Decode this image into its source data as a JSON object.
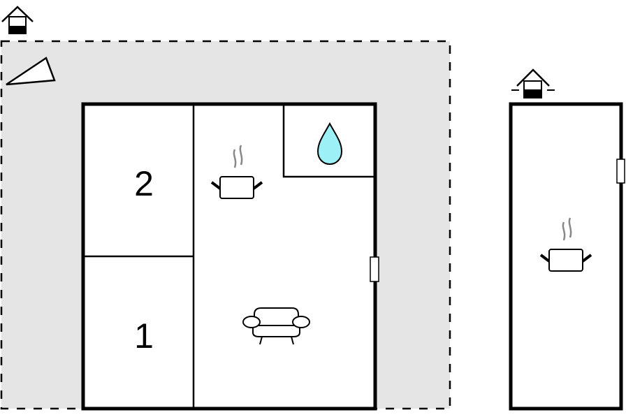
{
  "floorplan": {
    "rooms": [
      {
        "label": "2",
        "type": "bedroom"
      },
      {
        "label": "1",
        "type": "bedroom"
      }
    ],
    "icons": [
      "house-entrance-icon",
      "compass-north-icon",
      "kitchen-pot-icon",
      "water-drop-icon",
      "sofa-icon"
    ],
    "colors": {
      "terrace": "#e5e5e5",
      "water": "#9ef0f7",
      "wall": "#000000"
    }
  }
}
